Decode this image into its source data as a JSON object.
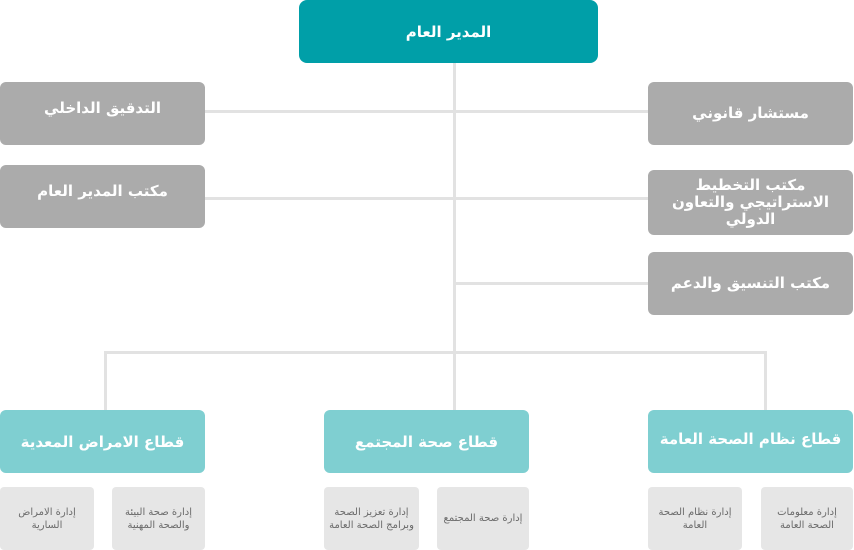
{
  "director_general": "المدير العام",
  "left_units": [
    "التدقيق الداخلي",
    "مكتب المدير العام"
  ],
  "right_units": [
    "مستشار قانوني",
    "مكتب التخطيط الاستراتيجي والتعاون الدولي",
    "مكتب التنسيق والدعم"
  ],
  "sectors": [
    {
      "name": "قطاع الامراض المعدية",
      "departments": [
        "إدارة صحة البيئة والصحة المهنية",
        "إدارة الامراض السارية"
      ]
    },
    {
      "name": "قطاع صحة المجتمع",
      "departments": [
        "إدارة صحة المجتمع",
        "إدارة تعزيز الصحة وبرامج الصحة العامة"
      ]
    },
    {
      "name": "قطاع نظام الصحة العامة",
      "departments": [
        "إدارة معلومات الصحة العامة",
        "إدارة نظام الصحة العامة"
      ]
    }
  ],
  "colors": {
    "top": "#009fa8",
    "unit": "#ababab",
    "sector": "#7fcfd1",
    "department": "#e6e6e6",
    "connector": "#e2e2e2"
  }
}
